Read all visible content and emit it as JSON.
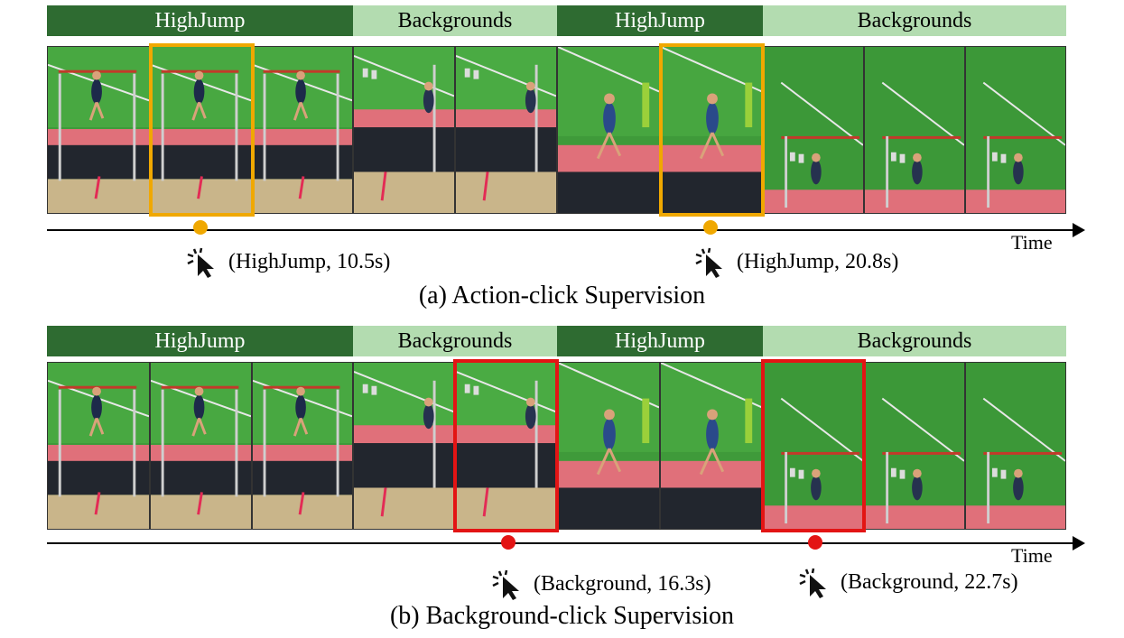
{
  "colors": {
    "action_bar": "#2e6b31",
    "background_bar": "#b3dcb0",
    "action_click": "#f0a800",
    "background_click": "#e31414"
  },
  "panel_a": {
    "segments": [
      "HighJump",
      "Backgrounds",
      "HighJump",
      "Backgrounds"
    ],
    "time_label": "Time",
    "annotations": [
      {
        "icon": "click-cursor-icon",
        "text": "(HighJump,  10.5s)"
      },
      {
        "icon": "click-cursor-icon",
        "text": "(HighJump,  20.8s)"
      }
    ],
    "caption": "(a) Action-click Supervision"
  },
  "panel_b": {
    "segments": [
      "HighJump",
      "Backgrounds",
      "HighJump",
      "Backgrounds"
    ],
    "time_label": "Time",
    "annotations": [
      {
        "icon": "click-cursor-icon",
        "text": "(Background,  16.3s)"
      },
      {
        "icon": "click-cursor-icon",
        "text": "(Background,  22.7s)"
      }
    ],
    "caption": "(b) Background-click Supervision"
  }
}
